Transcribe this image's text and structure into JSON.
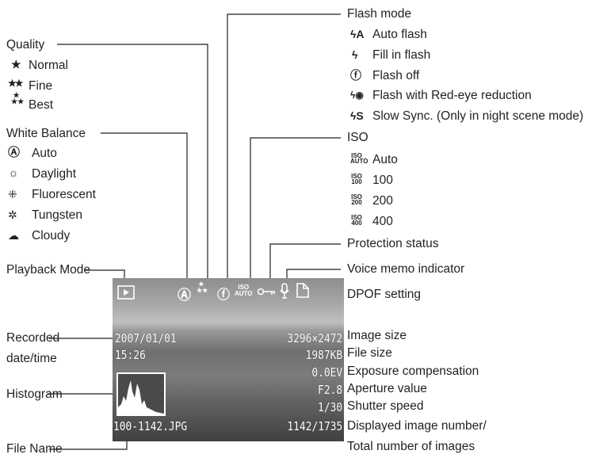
{
  "labels": {
    "quality": "Quality",
    "quality_items": [
      "Normal",
      "Fine",
      "Best"
    ],
    "white_balance": "White Balance",
    "wb_items": [
      "Auto",
      "Daylight",
      "Fluorescent",
      "Tungsten",
      "Cloudy"
    ],
    "playback_mode": "Playback Mode",
    "recorded_1": "Recorded",
    "recorded_2": "date/time",
    "histogram": "Histogram",
    "file_name": "File Name",
    "flash_mode": "Flash mode",
    "flash_items": [
      "Auto flash",
      "Fill in flash",
      "Flash off",
      "Flash with Red-eye reduction",
      "Slow Sync. (Only in night scene mode)"
    ],
    "iso": "ISO",
    "iso_items": [
      "Auto",
      "100",
      "200",
      "400"
    ],
    "protection_status": "Protection status",
    "voice_memo": "Voice memo indicator",
    "dpof": "DPOF setting",
    "image_size": "Image size",
    "file_size": "File size",
    "exposure_comp": "Exposure compensation",
    "aperture": "Aperture value",
    "shutter": "Shutter speed",
    "displayed_1": "Displayed image number/",
    "displayed_2": "Total number of images"
  },
  "icons": {
    "flash_glyphs": [
      "ϟA",
      "ϟ",
      "ⓕ",
      "ϟ◉",
      "ϟS"
    ],
    "iso_glyphs": [
      [
        "ISO",
        "AUTO"
      ],
      [
        "ISO",
        "100"
      ],
      [
        "ISO",
        "200"
      ],
      [
        "ISO",
        "400"
      ]
    ]
  },
  "screen": {
    "date": "2007/01/01",
    "time": "15:26",
    "image_size": "3296×2472",
    "file_size": "1987KB",
    "exposure": "0.0EV",
    "aperture": "F2.8",
    "shutter": "1/30",
    "file_name": "100-1142.JPG",
    "image_counter": "1142/1735"
  }
}
